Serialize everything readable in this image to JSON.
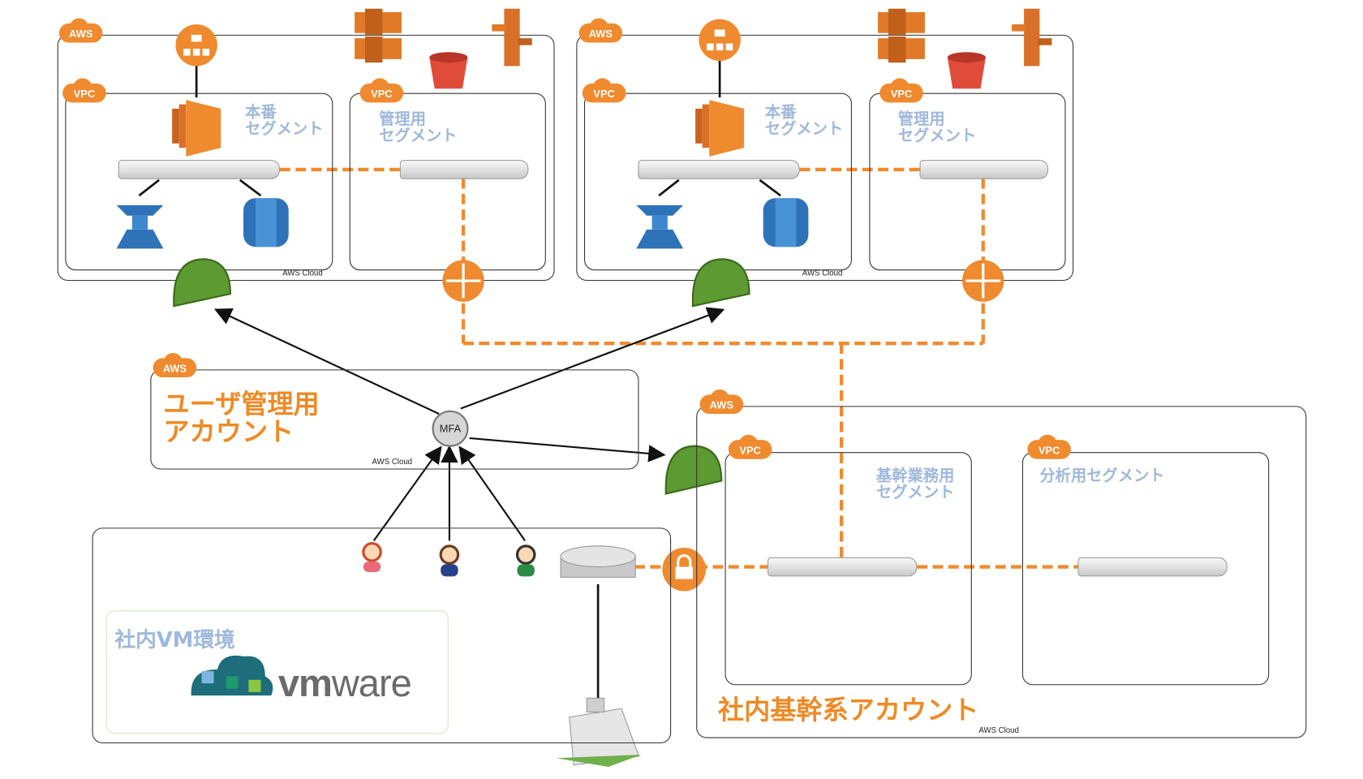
{
  "accounts": {
    "prod_account_1": {
      "cloud_label": "AWS Cloud",
      "tag": "AWS"
    },
    "prod_account_2": {
      "cloud_label": "AWS Cloud",
      "tag": "AWS"
    },
    "user_mgmt": {
      "title": "ユーザ管理用\nアカウント",
      "cloud_label": "AWS Cloud",
      "tag": "AWS"
    },
    "core": {
      "title": "社内基幹系アカウント",
      "cloud_label": "AWS Cloud",
      "tag": "AWS"
    }
  },
  "vpc_tag": "VPC",
  "segments": {
    "production": "本番\nセグメント",
    "management": "管理用\nセグメント",
    "core_business": "基幹業務用\nセグメント",
    "analytics": "分析用セグメント"
  },
  "mfa_label": "MFA",
  "onprem": {
    "vm_title": "社内VM環境",
    "vmware_bold": "vm",
    "vmware_rest": "ware"
  },
  "colors": {
    "orange": "#f08a2e",
    "segment_text": "#9fb8dc",
    "account_text": "#ee8a25",
    "iam_green": "#5d9a32",
    "aws_blue": "#2e73b8"
  }
}
